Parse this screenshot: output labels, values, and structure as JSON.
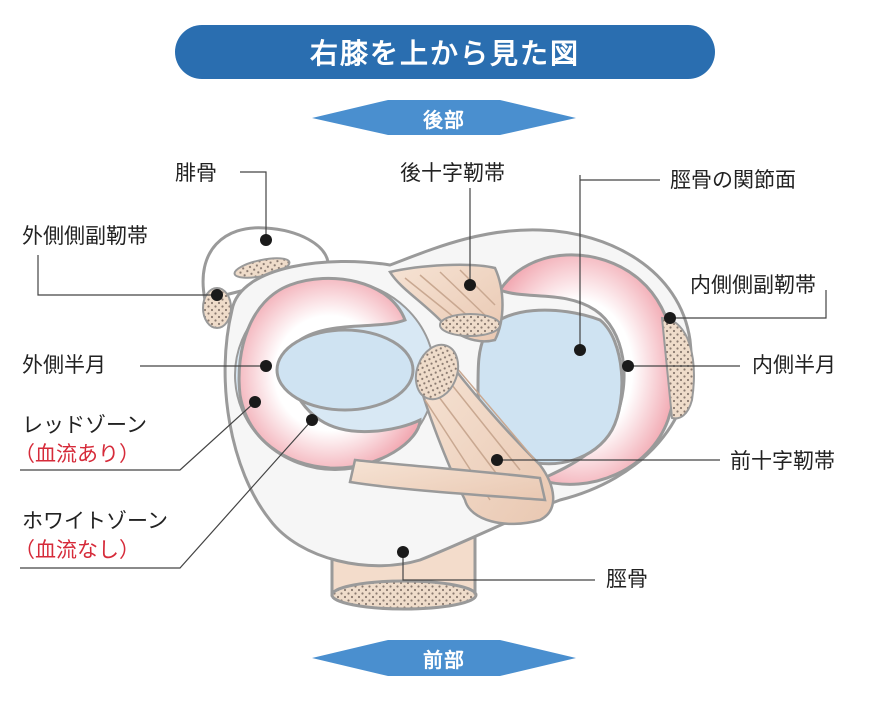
{
  "title": "右膝を上から見た図",
  "directions": {
    "posterior": "後部",
    "anterior": "前部"
  },
  "labels": {
    "fibula": "腓骨",
    "pcl": "後十字靭帯",
    "tibial_articular_surface": "脛骨の関節面",
    "lcl": "外側側副靭帯",
    "mcl": "内側側副靭帯",
    "lateral_meniscus": "外側半月",
    "medial_meniscus": "内側半月",
    "red_zone": "レッドゾーン",
    "red_zone_note": "（血流あり）",
    "white_zone": "ホワイトゾーン",
    "white_zone_note": "（血流なし）",
    "acl": "前十字靭帯",
    "tibia": "脛骨"
  },
  "colors": {
    "title_bg": "#2a6eb0",
    "arrow": "#4a8fcf",
    "bone_outline": "#9a9a9a",
    "meniscus_red": "#f3b8bf",
    "cartilage_blue": "#cfe3f2",
    "ligament": "#f1d8c6",
    "red_text": "#d62b3a"
  }
}
